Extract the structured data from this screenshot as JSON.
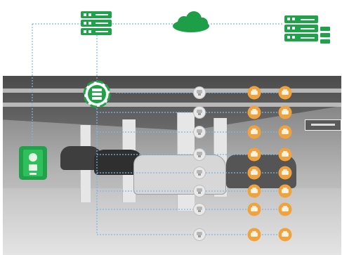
{
  "colors": {
    "server_green": "#1fa24a",
    "cloud_green": "#1e9e47",
    "link_blue": "#7fb6e6",
    "detector_orange": "#f2a23a",
    "sensor_white": "#e9e9e9"
  },
  "icons": {
    "top_left_server": "server-rack-icon",
    "cloud": "cloud-icon",
    "top_right_server": "server-rack-with-terminals-icon",
    "gateway": "rack-gateway-icon",
    "display_terminal": "guidance-display-icon",
    "ceiling_sensor": "ceiling-sensor-icon",
    "parking_detector": "parking-detector-icon"
  },
  "rows": [
    {
      "name": "row-1"
    },
    {
      "name": "row-2"
    },
    {
      "name": "row-3"
    },
    {
      "name": "row-4"
    },
    {
      "name": "row-5"
    },
    {
      "name": "row-6"
    },
    {
      "name": "row-7"
    },
    {
      "name": "row-8"
    }
  ]
}
